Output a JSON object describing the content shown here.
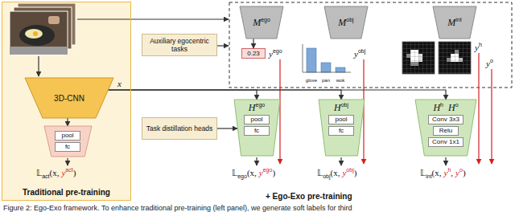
{
  "diagram": {
    "caption": "Figure 2: Ego-Exo framework. To enhance traditional pre-training (left panel), we generate soft labels for third",
    "nodes": [
      {
        "text": [
          "Traditional pre-training"
        ]
      },
      {
        "text": [
          "3D-CNN"
        ],
        "in": 0
      },
      {
        "text": [
          "pool",
          "fc"
        ],
        "in": 0
      },
      {
        "text": [
          "Auxiliary egocentric tasks"
        ]
      },
      {
        "text": [
          "M",
          "ego"
        ]
      },
      {
        "text": [
          "M",
          "obj"
        ]
      },
      {
        "text": [
          "M",
          "int"
        ]
      },
      {
        "text": [
          "0.23"
        ]
      },
      {
        "text": [
          "Task distillation heads"
        ]
      },
      {
        "text": [
          "H",
          "ego",
          "pool",
          "fc"
        ]
      },
      {
        "text": [
          "H",
          "obj",
          "pool",
          "fc"
        ]
      },
      {
        "text": [
          "H",
          "h",
          "H",
          "o",
          "Conv 3x3",
          "Relu",
          "Conv 1x1"
        ]
      }
    ],
    "edges": [
      {
        "from": 1,
        "to": 2,
        "arrow": "to"
      },
      {
        "from": 1,
        "to": 9,
        "arrow": "to"
      },
      {
        "from": 1,
        "to": 10,
        "arrow": "to"
      },
      {
        "from": 1,
        "to": 11,
        "arrow": "to"
      },
      {
        "from": 4,
        "to": 7,
        "arrow": "to"
      },
      {
        "from": 8,
        "to": 9,
        "arrow": "to"
      }
    ],
    "labels": [
      "x",
      "y",
      "ego",
      "glove",
      "pan",
      "wok",
      "y",
      "obj",
      "y",
      "h",
      "y",
      "o",
      "𝕃",
      "act",
      "(x,",
      "y",
      "act",
      ")",
      "𝕃",
      "ego",
      "(x,",
      "y",
      "ego",
      ")",
      "𝕃",
      "obj",
      "(x,",
      "y",
      "obj",
      ")",
      "𝕃",
      "int",
      "(x,",
      "y",
      "h",
      ",",
      "y",
      "o",
      ")",
      "+ Ego-Exo pre-training"
    ]
  }
}
